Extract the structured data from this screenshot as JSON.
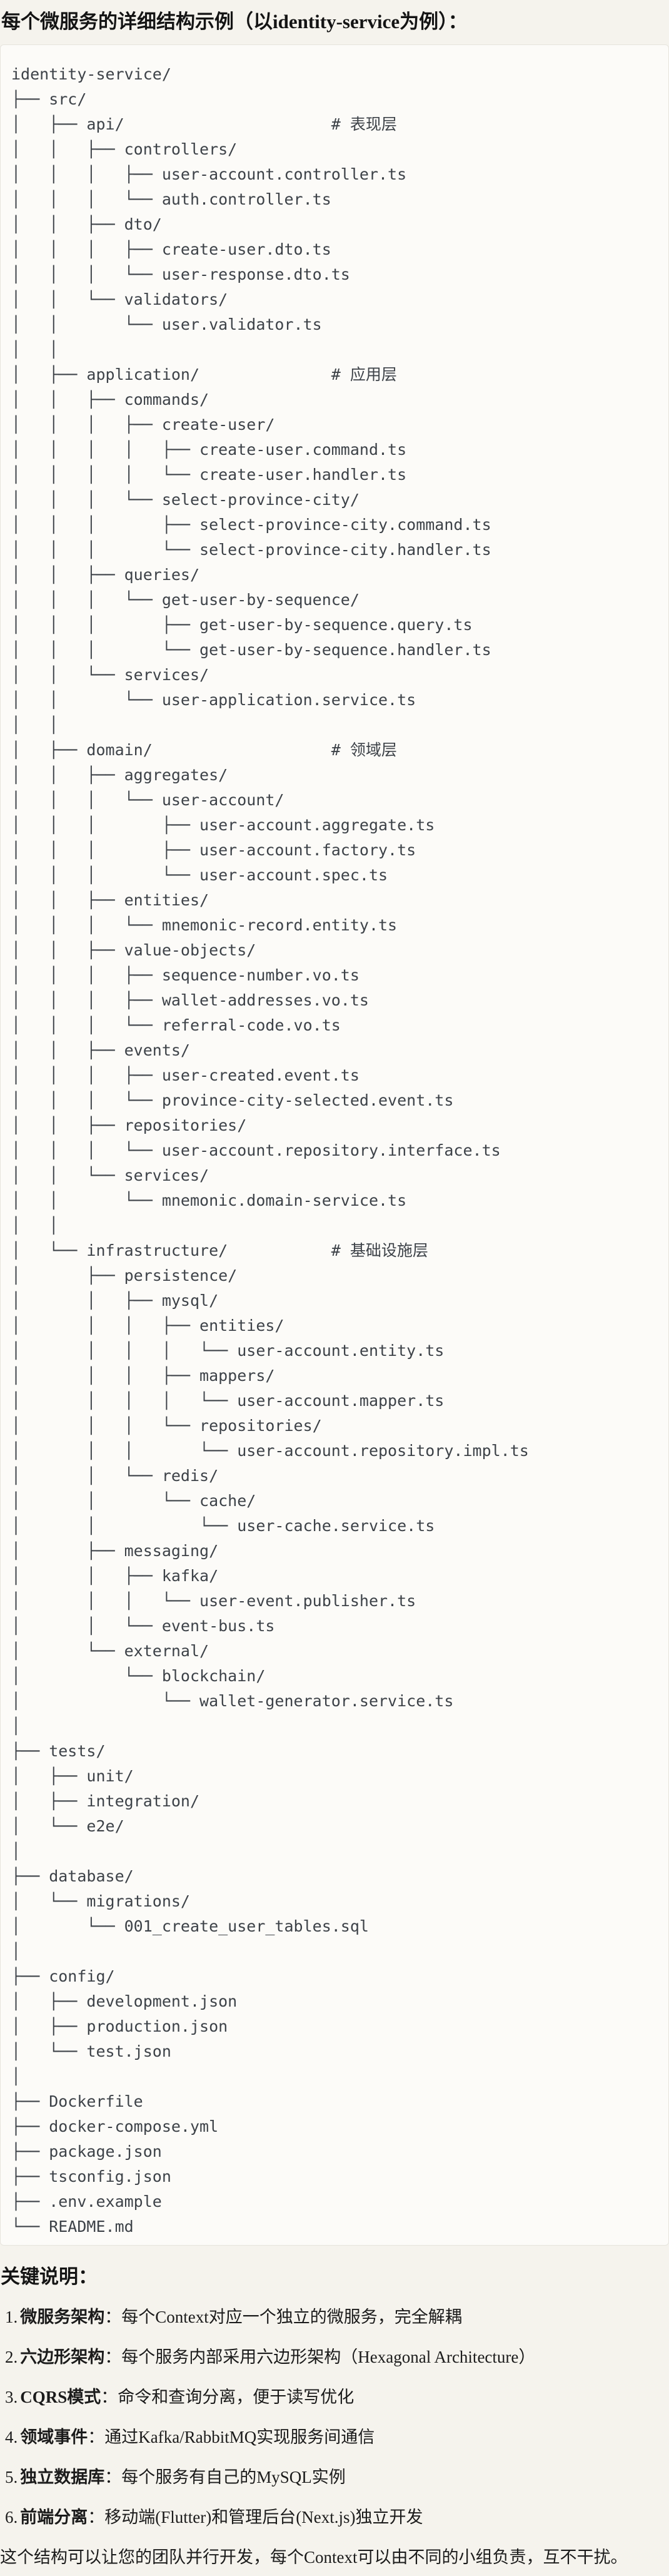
{
  "header": {
    "title": "每个微服务的详细结构示例（以identity-service为例）："
  },
  "tree": {
    "lines": [
      "identity-service/",
      "├── src/",
      "│   ├── api/                      # 表现层",
      "│   │   ├── controllers/",
      "│   │   │   ├── user-account.controller.ts",
      "│   │   │   └── auth.controller.ts",
      "│   │   ├── dto/",
      "│   │   │   ├── create-user.dto.ts",
      "│   │   │   └── user-response.dto.ts",
      "│   │   └── validators/",
      "│   │       └── user.validator.ts",
      "│   │",
      "│   ├── application/              # 应用层",
      "│   │   ├── commands/",
      "│   │   │   ├── create-user/",
      "│   │   │   │   ├── create-user.command.ts",
      "│   │   │   │   └── create-user.handler.ts",
      "│   │   │   └── select-province-city/",
      "│   │   │       ├── select-province-city.command.ts",
      "│   │   │       └── select-province-city.handler.ts",
      "│   │   ├── queries/",
      "│   │   │   └── get-user-by-sequence/",
      "│   │   │       ├── get-user-by-sequence.query.ts",
      "│   │   │       └── get-user-by-sequence.handler.ts",
      "│   │   └── services/",
      "│   │       └── user-application.service.ts",
      "│   │",
      "│   ├── domain/                   # 领域层",
      "│   │   ├── aggregates/",
      "│   │   │   └── user-account/",
      "│   │   │       ├── user-account.aggregate.ts",
      "│   │   │       ├── user-account.factory.ts",
      "│   │   │       └── user-account.spec.ts",
      "│   │   ├── entities/",
      "│   │   │   └── mnemonic-record.entity.ts",
      "│   │   ├── value-objects/",
      "│   │   │   ├── sequence-number.vo.ts",
      "│   │   │   ├── wallet-addresses.vo.ts",
      "│   │   │   └── referral-code.vo.ts",
      "│   │   ├── events/",
      "│   │   │   ├── user-created.event.ts",
      "│   │   │   └── province-city-selected.event.ts",
      "│   │   ├── repositories/",
      "│   │   │   └── user-account.repository.interface.ts",
      "│   │   └── services/",
      "│   │       └── mnemonic.domain-service.ts",
      "│   │",
      "│   └── infrastructure/           # 基础设施层",
      "│       ├── persistence/",
      "│       │   ├── mysql/",
      "│       │   │   ├── entities/",
      "│       │   │   │   └── user-account.entity.ts",
      "│       │   │   ├── mappers/",
      "│       │   │   │   └── user-account.mapper.ts",
      "│       │   │   └── repositories/",
      "│       │   │       └── user-account.repository.impl.ts",
      "│       │   └── redis/",
      "│       │       └── cache/",
      "│       │           └── user-cache.service.ts",
      "│       ├── messaging/",
      "│       │   ├── kafka/",
      "│       │   │   └── user-event.publisher.ts",
      "│       │   └── event-bus.ts",
      "│       └── external/",
      "│           └── blockchain/",
      "│               └── wallet-generator.service.ts",
      "│",
      "├── tests/",
      "│   ├── unit/",
      "│   ├── integration/",
      "│   └── e2e/",
      "│",
      "├── database/",
      "│   └── migrations/",
      "│       └── 001_create_user_tables.sql",
      "│",
      "├── config/",
      "│   ├── development.json",
      "│   ├── production.json",
      "│   └── test.json",
      "│",
      "├── Dockerfile",
      "├── docker-compose.yml",
      "├── package.json",
      "├── tsconfig.json",
      "├── .env.example",
      "└── README.md"
    ]
  },
  "notes": {
    "heading": "关键说明：",
    "items": [
      {
        "num": "1.",
        "head": "微服务架构",
        "sep": "：",
        "text": "每个Context对应一个独立的微服务，完全解耦"
      },
      {
        "num": "2.",
        "head": "六边形架构",
        "sep": "：",
        "text": "每个服务内部采用六边形架构（Hexagonal Architecture）"
      },
      {
        "num": "3.",
        "head": "CQRS模式",
        "sep": "：",
        "text": "命令和查询分离，便于读写优化"
      },
      {
        "num": "4.",
        "head": "领域事件",
        "sep": "：",
        "text": "通过Kafka/RabbitMQ实现服务间通信"
      },
      {
        "num": "5.",
        "head": "独立数据库",
        "sep": "：",
        "text": "每个服务有自己的MySQL实例"
      },
      {
        "num": "6.",
        "head": "前端分离",
        "sep": "：",
        "text": "移动端(Flutter)和管理后台(Next.js)独立开发"
      }
    ],
    "footer": "这个结构可以让您的团队并行开发，每个Context可以由不同的小组负责，互不干扰。"
  },
  "colors": {
    "page_bg": "#f5f3ed",
    "code_block_bg": "#fcfbf8",
    "code_block_border": "#e6e4dd",
    "tree_text": "#3d4248",
    "body_text": "#1b1b1b"
  }
}
